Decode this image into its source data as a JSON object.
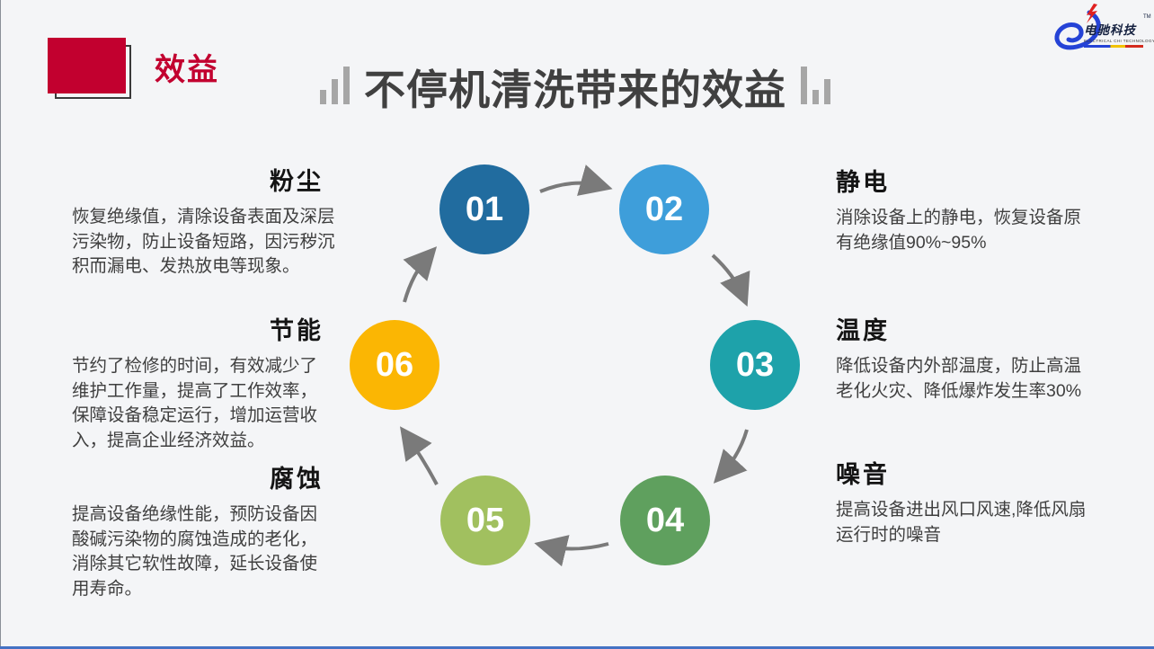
{
  "page": {
    "bg": "#F4F5F7",
    "bottom_line_color": "#4472C4"
  },
  "header": {
    "section_label": "效益",
    "accent": "#C2002F"
  },
  "title": {
    "text": "不停机清洗带来的效益"
  },
  "logo": {
    "brand": "电驰科技",
    "tm": "TM",
    "tagline": "ELECTRICAL CHI TECHNOLOGY"
  },
  "cycle": {
    "arrow_color": "#7A7A7A",
    "steps": [
      {
        "num": "01",
        "color": "#216C9F"
      },
      {
        "num": "02",
        "color": "#3E9EDA"
      },
      {
        "num": "03",
        "color": "#1EA2AA"
      },
      {
        "num": "04",
        "color": "#5FA05E"
      },
      {
        "num": "05",
        "color": "#A1C05F"
      },
      {
        "num": "06",
        "color": "#FBB603"
      }
    ]
  },
  "benefits": {
    "left": [
      {
        "title": "粉尘",
        "desc": "恢复绝缘值，清除设备表面及深层\n污染物，防止设备短路，因污秽沉\n积而漏电、发热放电等现象。"
      },
      {
        "title": "节能",
        "desc": "节约了检修的时间，有效减少了\n维护工作量，提高了工作效率，\n保障设备稳定运行，增加运营收\n入，提高企业经济效益。"
      },
      {
        "title": "腐蚀",
        "desc": "提高设备绝缘性能，预防设备因\n酸碱污染物的腐蚀造成的老化，\n消除其它软性故障，延长设备使\n用寿命。"
      }
    ],
    "right": [
      {
        "title": "静电",
        "desc": "消除设备上的静电，恢复设备原\n有绝缘值90%~95%"
      },
      {
        "title": "温度",
        "desc": "降低设备内外部温度，防止高温\n老化火灾、降低爆炸发生率30%"
      },
      {
        "title": "噪音",
        "desc": "提高设备进出风口风速,降低风扇\n运行时的噪音"
      }
    ]
  }
}
